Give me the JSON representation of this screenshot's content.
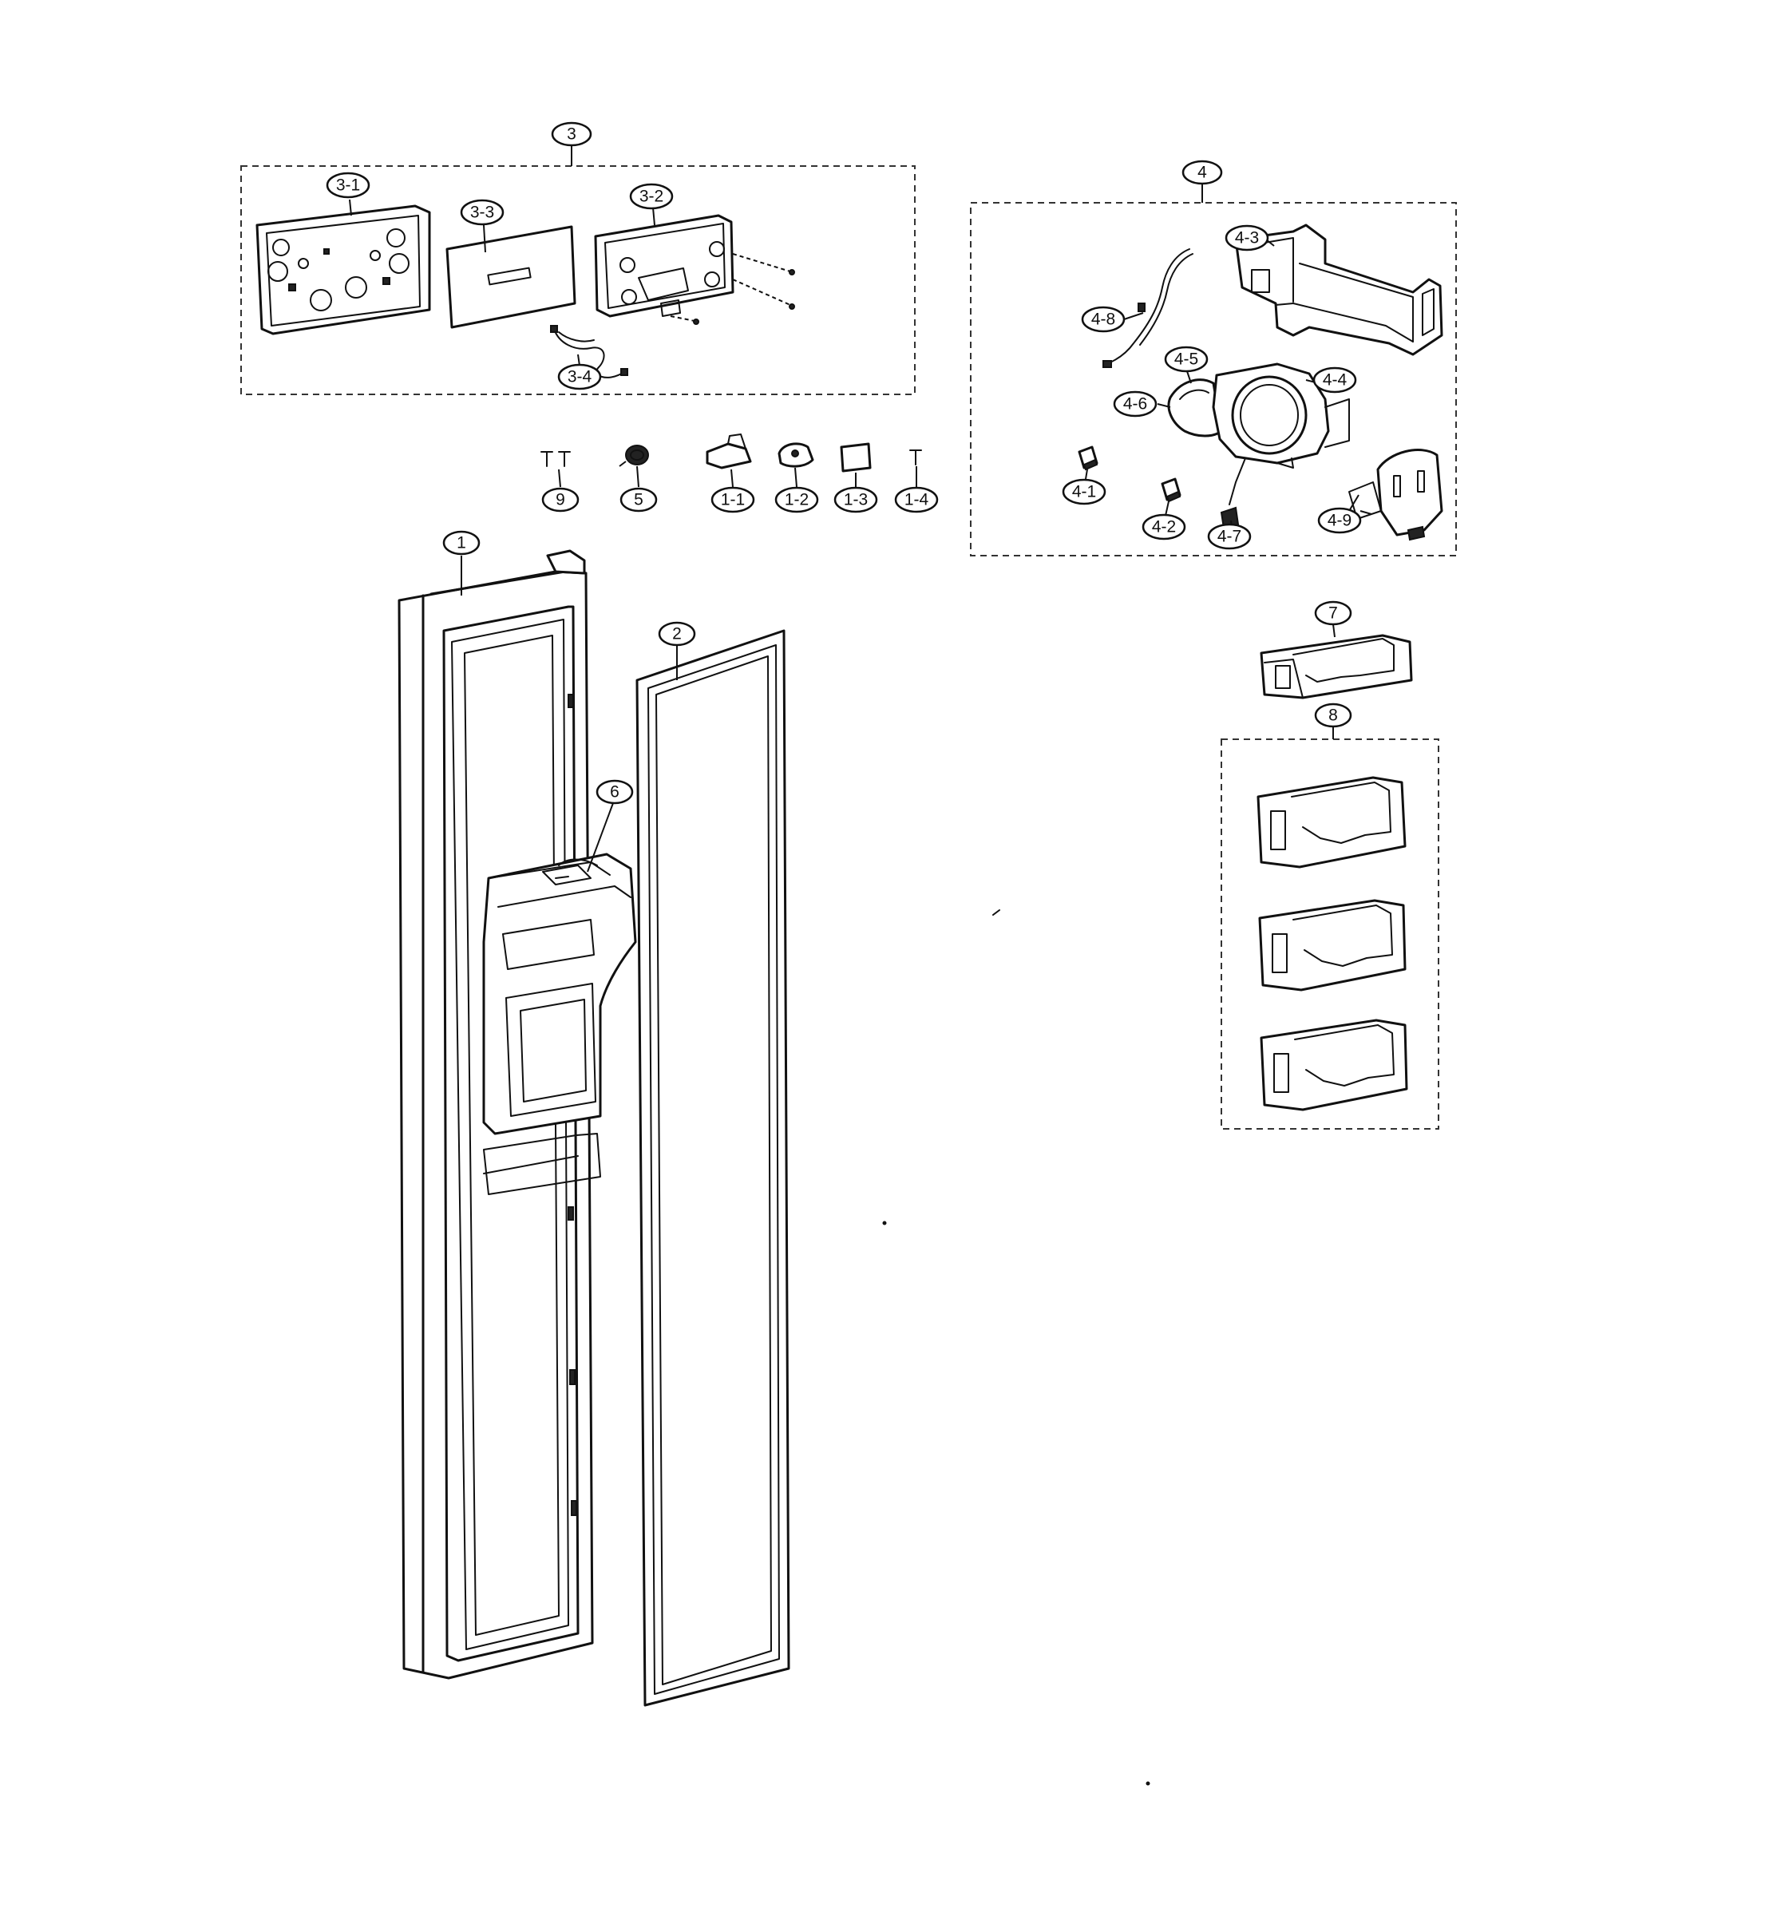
{
  "callouts": {
    "c1": "1",
    "c1_1": "1-1",
    "c1_2": "1-2",
    "c1_3": "1-3",
    "c1_4": "1-4",
    "c2": "2",
    "c3": "3",
    "c3_1": "3-1",
    "c3_2": "3-2",
    "c3_3": "3-3",
    "c3_4": "3-4",
    "c4": "4",
    "c4_1": "4-1",
    "c4_2": "4-2",
    "c4_3": "4-3",
    "c4_4": "4-4",
    "c4_5": "4-5",
    "c4_6": "4-6",
    "c4_7": "4-7",
    "c4_8": "4-8",
    "c4_9": "4-9",
    "c5": "5",
    "c6": "6",
    "c7": "7",
    "c8": "8",
    "c9": "9"
  }
}
